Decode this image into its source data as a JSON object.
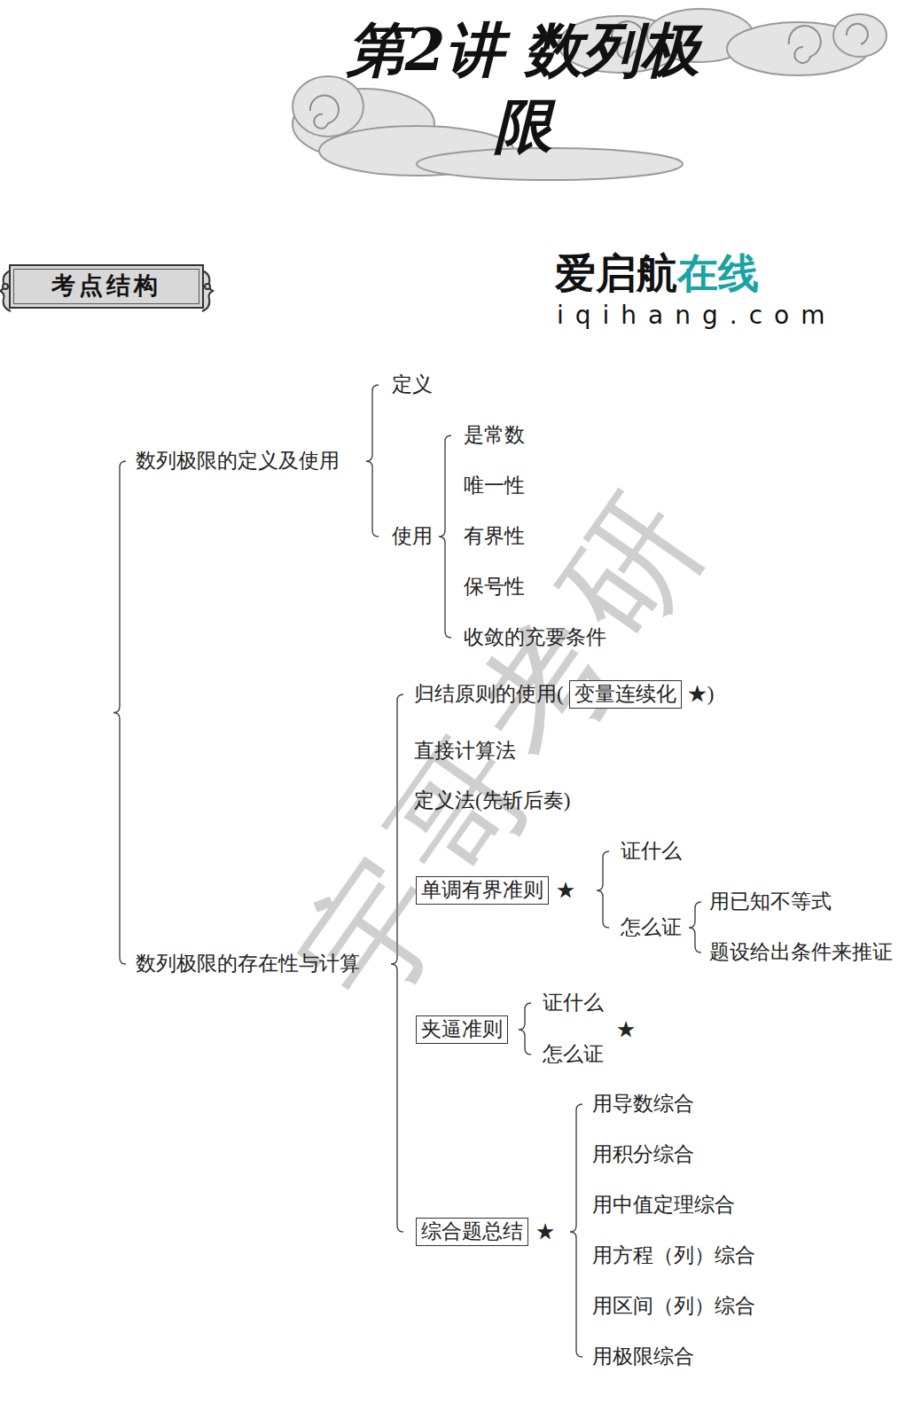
{
  "diagram": {
    "title": "第2讲 数列极限",
    "nodes": [
      {
        "text": [
          "考点结构"
        ]
      },
      {
        "text": [
          "数列极限的定义及使用"
        ]
      },
      {
        "text": [
          "定义"
        ]
      },
      {
        "text": [
          "使用"
        ]
      },
      {
        "text": [
          "是常数"
        ]
      },
      {
        "text": [
          "唯一性"
        ]
      },
      {
        "text": [
          "有界性"
        ]
      },
      {
        "text": [
          "保号性"
        ]
      },
      {
        "text": [
          "收敛的充要条件"
        ]
      },
      {
        "text": [
          "数列极限的存在性与计算"
        ]
      },
      {
        "text": [
          "归结原则的使用("
        ]
      },
      {
        "text": [
          "变量连续化"
        ]
      },
      {
        "text": [
          "直接计算法"
        ]
      },
      {
        "text": [
          "定义法(先斩后奏)"
        ]
      },
      {
        "text": [
          "单调有界准则"
        ]
      },
      {
        "text": [
          "证什么"
        ]
      },
      {
        "text": [
          "怎么证"
        ]
      },
      {
        "text": [
          "用已知不等式"
        ]
      },
      {
        "text": [
          "题设给出条件来推证"
        ]
      },
      {
        "text": [
          "夹逼准则"
        ]
      },
      {
        "text": [
          "证什么"
        ]
      },
      {
        "text": [
          "怎么证"
        ]
      },
      {
        "text": [
          "综合题总结"
        ]
      },
      {
        "text": [
          "用导数综合"
        ]
      },
      {
        "text": [
          "用积分综合"
        ]
      },
      {
        "text": [
          "用中值定理综合"
        ]
      },
      {
        "text": [
          "用方程（列）综合"
        ]
      },
      {
        "text": [
          "用区间（列）综合"
        ]
      },
      {
        "text": [
          "用极限综合"
        ]
      }
    ],
    "labels": [
      "★)",
      "★",
      "★",
      "★",
      "爱启航",
      "在线",
      "iqihang.com",
      "宇哥考研"
    ]
  }
}
